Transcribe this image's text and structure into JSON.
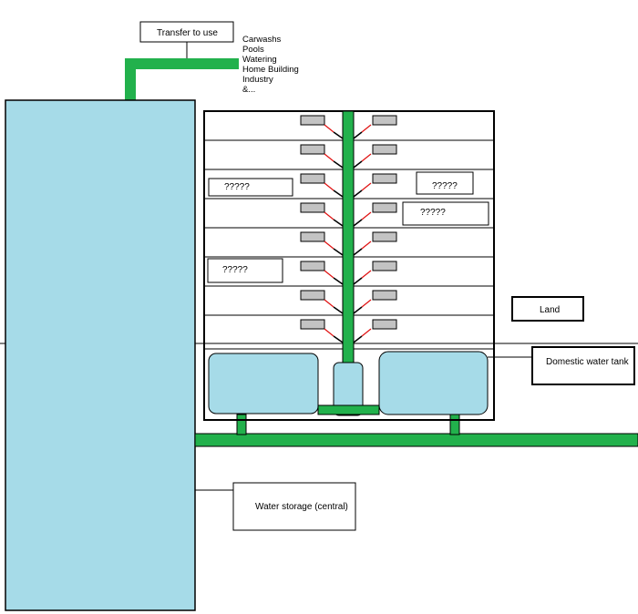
{
  "colors": {
    "water": "#a6dbe8",
    "pipe": "#22b14c",
    "sensor": "#c3c3c3",
    "wire": "#e01010",
    "line": "#000000"
  },
  "labels": {
    "transfer": "Transfer to use",
    "uses": [
      "Carwashs",
      "Pools",
      "Watering",
      "Home Building",
      "Industry",
      "&..."
    ],
    "land": "Land",
    "domestic_tank": "Domestic water tank",
    "water_storage": "Water storage (central)",
    "unknown": [
      "?????",
      "?????",
      "?????",
      "?????"
    ]
  }
}
